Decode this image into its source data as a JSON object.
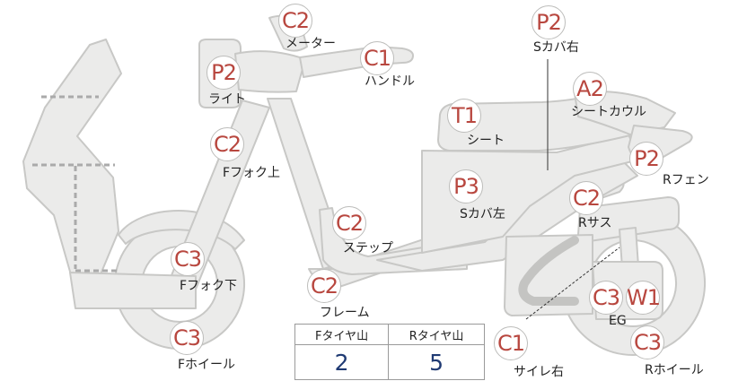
{
  "markers": [
    {
      "id": "meter",
      "code": "C2",
      "label": "メーター"
    },
    {
      "id": "handle",
      "code": "C1",
      "label": "ハンドル"
    },
    {
      "id": "light",
      "code": "P2",
      "label": "ライト"
    },
    {
      "id": "ffork-upper",
      "code": "C2",
      "label": "Fフォク上"
    },
    {
      "id": "ffork-lower",
      "code": "C3",
      "label": "Fフォク下"
    },
    {
      "id": "fwheel",
      "code": "C3",
      "label": "Fホイール"
    },
    {
      "id": "frame",
      "code": "C2",
      "label": "フレーム"
    },
    {
      "id": "step",
      "code": "C2",
      "label": "ステップ"
    },
    {
      "id": "seat",
      "code": "T1",
      "label": "シート"
    },
    {
      "id": "scover-right",
      "code": "P2",
      "label": "Sカバ右"
    },
    {
      "id": "seat-cowl",
      "code": "A2",
      "label": "シートカウル"
    },
    {
      "id": "rfender",
      "code": "P2",
      "label": "Rフェン"
    },
    {
      "id": "scover-left",
      "code": "P3",
      "label": "Sカバ左"
    },
    {
      "id": "rsus",
      "code": "C2",
      "label": "Rサス"
    },
    {
      "id": "engine-c3",
      "code": "C3",
      "label": ""
    },
    {
      "id": "engine-w1",
      "code": "W1",
      "label": "EG"
    },
    {
      "id": "rwheel",
      "code": "C3",
      "label": "Rホイール"
    },
    {
      "id": "muffler-right",
      "code": "C1",
      "label": "サイレ右"
    }
  ],
  "tire_table": {
    "headers": [
      "Fタイヤ山",
      "Rタイヤ山"
    ],
    "values": [
      "2",
      "5"
    ]
  },
  "colors": {
    "part_fill": "#ebebea",
    "part_stroke": "#c8c8c6",
    "code_text": "#b8473f",
    "value_text": "#1f3a73"
  }
}
